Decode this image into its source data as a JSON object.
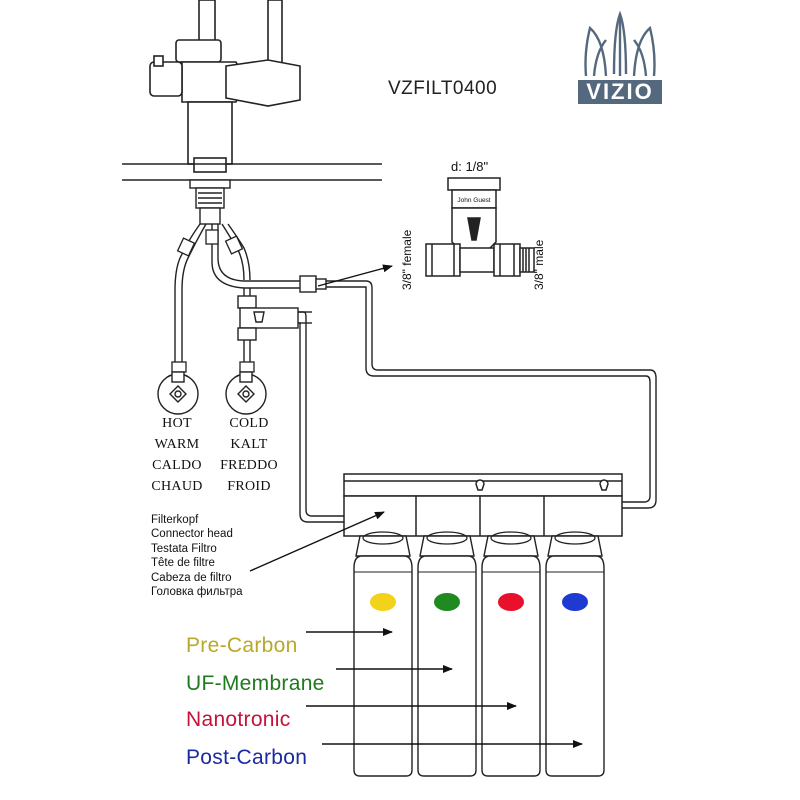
{
  "model": "VZFILT0400",
  "logo": {
    "brand": "VIZIO",
    "color": "#55697e"
  },
  "adapter": {
    "diameter": "d: 1/8\"",
    "brand": "John Guest",
    "left_thread": "3/8\" female",
    "right_thread": "3/8\" male"
  },
  "valves": {
    "hot": [
      "HOT",
      "WARM",
      "CALDO",
      "CHAUD"
    ],
    "cold": [
      "COLD",
      "KALT",
      "FREDDO",
      "FROID"
    ]
  },
  "filter_head": [
    "Filterkopf",
    "Connector head",
    "Testata Filtro",
    "Tête de filtre",
    "Cabeza de filtro",
    "Головка фильтра"
  ],
  "stages": [
    {
      "label": "Pre-Carbon",
      "color": "#b8a92a",
      "dot": "#f2d21a"
    },
    {
      "label": "UF-Membrane",
      "color": "#1f7a1f",
      "dot": "#1f8a1f"
    },
    {
      "label": "Nanotronic",
      "color": "#c4123a",
      "dot": "#e8102a"
    },
    {
      "label": "Post-Carbon",
      "color": "#1a2aa0",
      "dot": "#1f3ad0"
    }
  ]
}
